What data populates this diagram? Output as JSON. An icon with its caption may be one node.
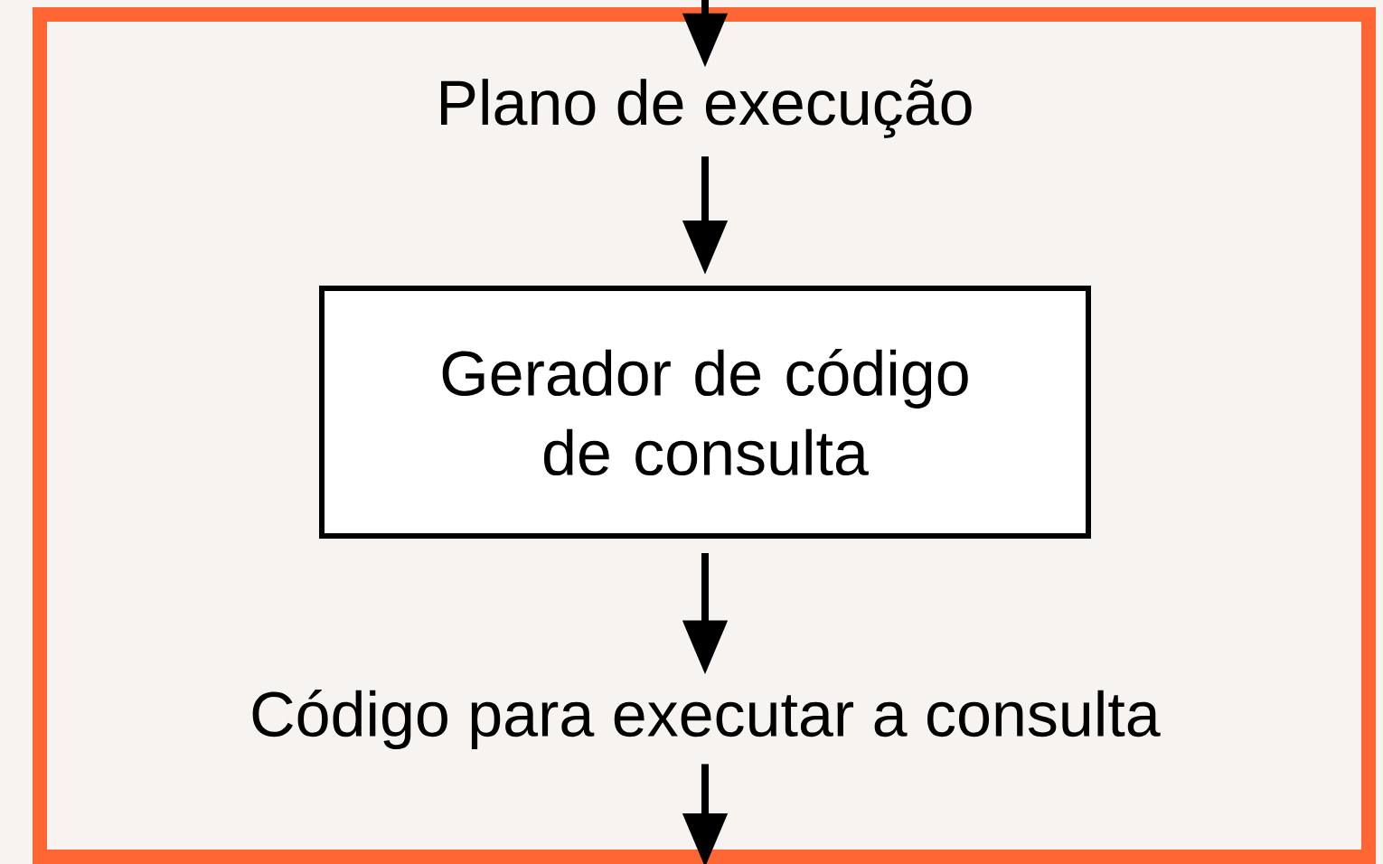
{
  "diagram": {
    "nodes": [
      {
        "text": [],
        "shape": "box"
      },
      {
        "text": [
          "Plano de execução"
        ],
        "in": 0
      },
      {
        "text": [
          "Gerador de código de consulta"
        ],
        "in": 0
      },
      {
        "text": [
          "Código para executar a consulta"
        ],
        "in": 0
      }
    ],
    "edges": [
      {
        "from": null,
        "to": 1,
        "arrow": "to"
      },
      {
        "from": 1,
        "to": 2,
        "arrow": "to"
      },
      {
        "from": 2,
        "to": 3,
        "arrow": "to"
      },
      {
        "from": 3,
        "to": null,
        "arrow": "to"
      }
    ]
  }
}
